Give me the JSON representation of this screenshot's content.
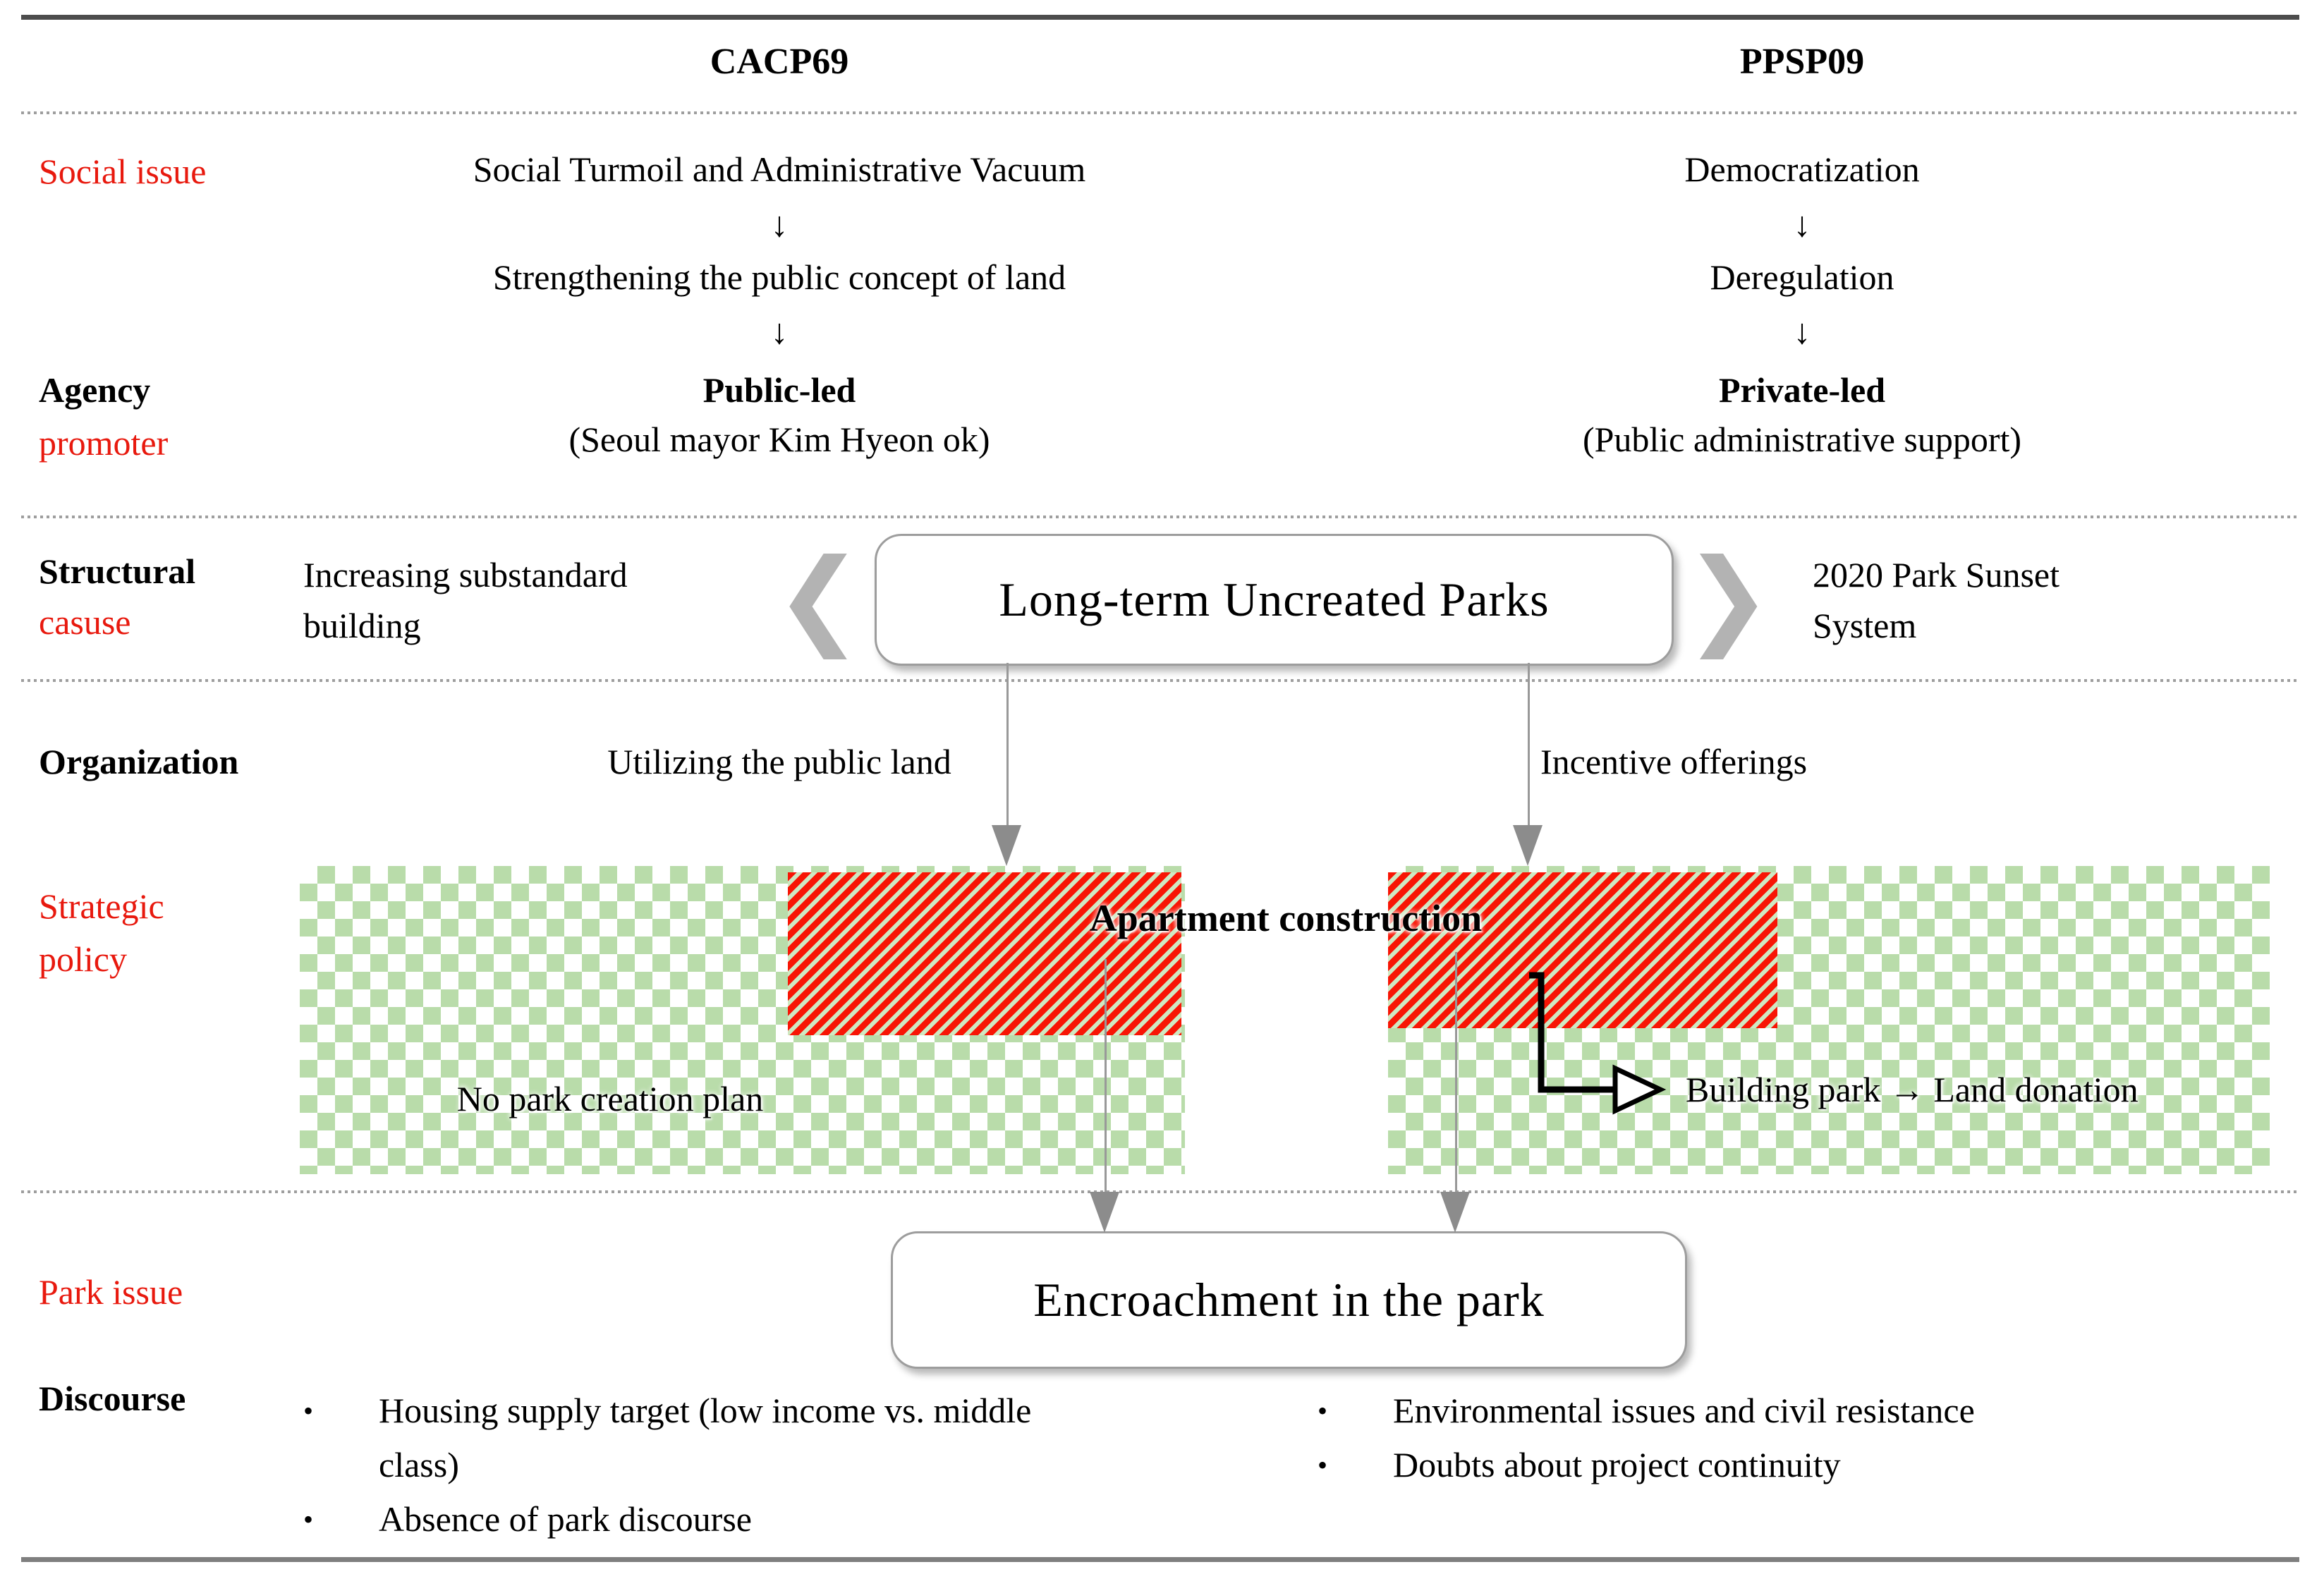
{
  "colors": {
    "accent_red": "#e8190e",
    "checker_green": "#b9dcaa",
    "hatch_red": "#f81505",
    "hatch_background": "#cfe8c2",
    "top_rule": "#4d4d4d",
    "bottom_rule": "#7f7f7f",
    "arrow_gray": "#8c8c8c",
    "box_border": "#9d9d9d",
    "chevron_gray": "#b3b3b3"
  },
  "header": {
    "col_left": "CACP69",
    "col_right": "PPSP09"
  },
  "labels": {
    "social_issue": "Social issue",
    "agency": "Agency",
    "promoter": "promoter",
    "structural": "Structural",
    "casuse": "casuse",
    "organization": "Organization",
    "strategic": "Strategic",
    "policy": "policy",
    "park_issue": "Park issue",
    "discourse": "Discourse"
  },
  "icons": {
    "down_arrow": "↓",
    "chevron_left": "❮",
    "chevron_right": "❯"
  },
  "social": {
    "left_step1": "Social Turmoil and Administrative Vacuum",
    "left_step2": "Strengthening the public concept of land",
    "right_step1": "Democratization",
    "right_step2": "Deregulation"
  },
  "agency": {
    "left_title": "Public-led",
    "left_subtitle": "(Seoul mayor Kim Hyeon ok)",
    "right_title": "Private-led",
    "right_subtitle": "(Public administrative support)"
  },
  "structural": {
    "left_note": "Increasing substandard\nbuilding",
    "center_box": "Long-term Uncreated Parks",
    "right_note": "2020 Park Sunset\nSystem"
  },
  "organization": {
    "left_arrow_label": "Utilizing the public land",
    "right_arrow_label": "Incentive offerings"
  },
  "strategic": {
    "apartment_label": "Apartment construction",
    "no_park_label": "No park creation plan",
    "building_park_label": "Building park → Land donation"
  },
  "park": {
    "center_box": "Encroachment in the park"
  },
  "discourse": {
    "left_bullets": [
      "Housing supply target (low income vs. middle\nclass)",
      "Absence of park discourse"
    ],
    "right_bullets": [
      "Environmental issues and civil resistance",
      "Doubts about project continuity"
    ]
  }
}
